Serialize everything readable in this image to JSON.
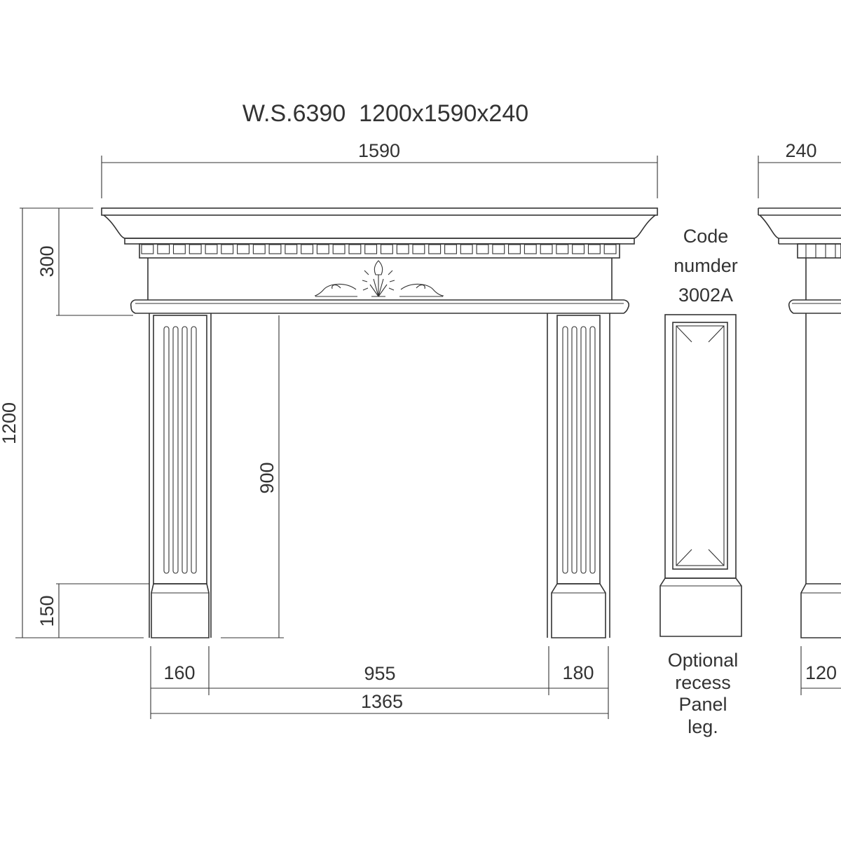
{
  "title": "W.S.6390  1200x1590x240",
  "dimensions": {
    "overall_width": "1590",
    "depth": "240",
    "mantel_height": "300",
    "overall_height": "1200",
    "opening_height": "900",
    "plinth_height": "150",
    "left_leg_width": "160",
    "opening_width": "955",
    "right_leg_width": "180",
    "leg_outer_width": "1365",
    "side_leg_width": "120"
  },
  "code_label": {
    "line1": "Code",
    "line2": "numder",
    "line3": "3002A"
  },
  "optional_label": {
    "line1": "Optional",
    "line2": "recess",
    "line3": "Panel",
    "line4": "leg."
  }
}
